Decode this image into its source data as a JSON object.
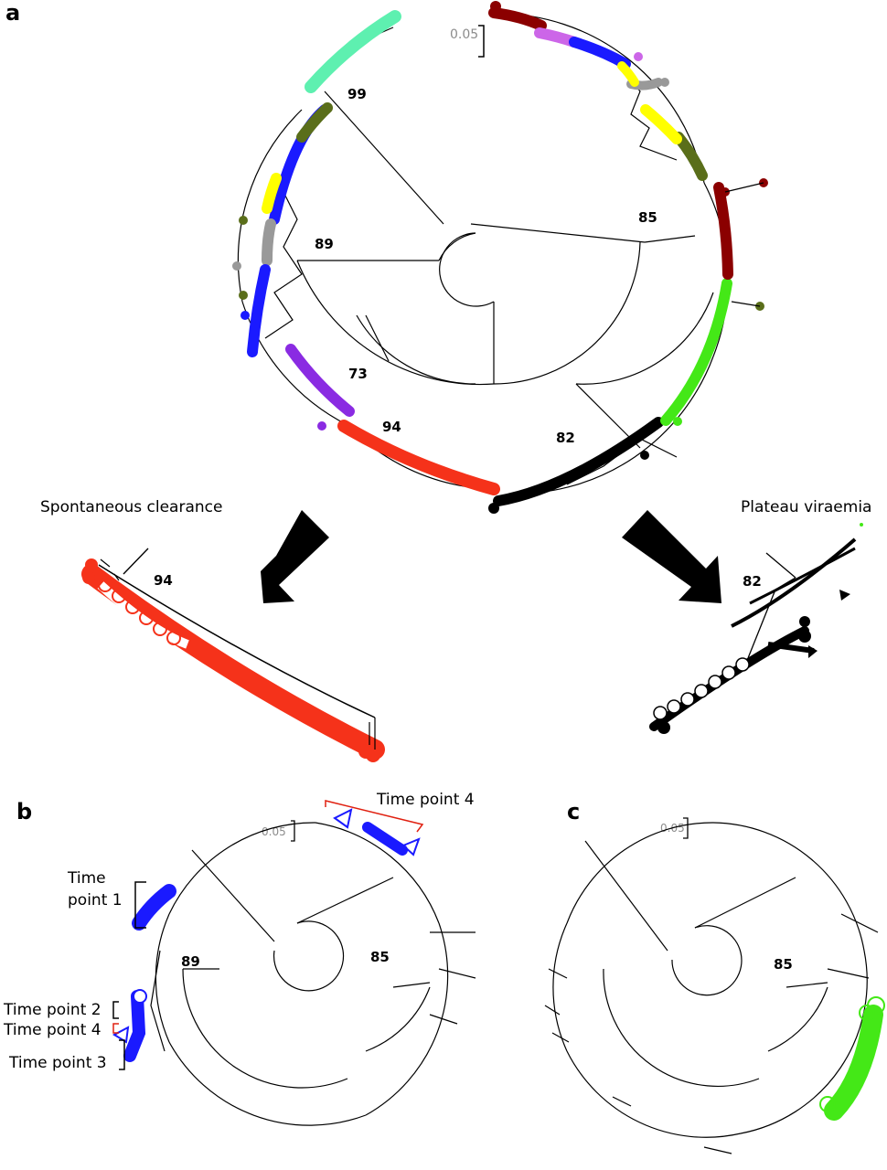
{
  "panels": {
    "a": {
      "letter": "a",
      "scale_bar": "0.05",
      "bootstrap": [
        "99",
        "89",
        "85",
        "73",
        "94",
        "82"
      ]
    },
    "b": {
      "letter": "b",
      "scale_bar": "0.05",
      "bootstrap": [
        "89",
        "85"
      ]
    },
    "c": {
      "letter": "c",
      "scale_bar": "0.05",
      "bootstrap": [
        "85"
      ]
    }
  },
  "zoom": {
    "left_label": "Spontaneous clearance",
    "right_label": "Plateau viraemia",
    "left_bootstrap": "94",
    "right_bootstrap": "82"
  },
  "time_points": {
    "tp1_line1": "Time",
    "tp1_line2": "point 1",
    "tp2": "Time point 2",
    "tp3": "Time point 3",
    "tp4": "Time point 4",
    "tp4_top": "Time point 4"
  },
  "colors": {
    "dark_red": "#8b0000",
    "violet": "#cc66e8",
    "blue": "#1a1aff",
    "yellow": "#ffff00",
    "gray": "#999999",
    "olive": "#5a6e1a",
    "green": "#44e817",
    "black": "#000000",
    "red": "#f5321a",
    "purple": "#8a2be2",
    "aquamarine": "#5ef0b0",
    "bracket_red": "#e02010"
  }
}
